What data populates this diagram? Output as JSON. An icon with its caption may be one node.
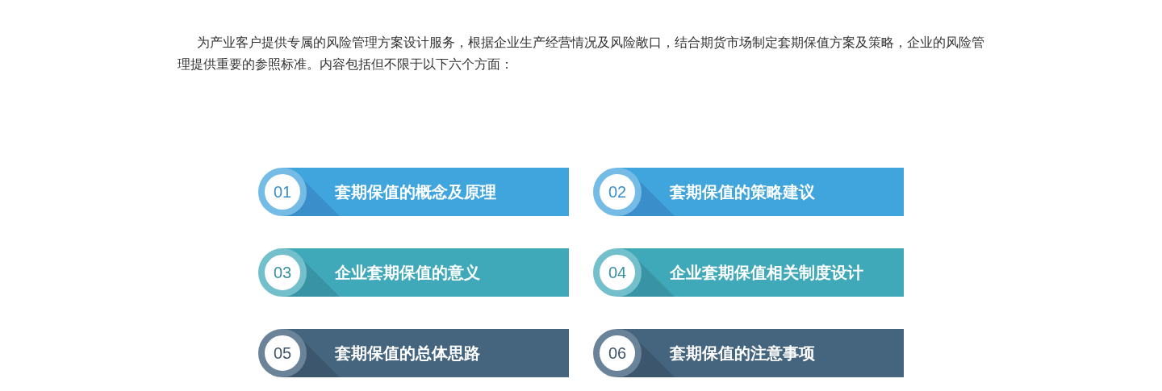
{
  "diagram": {
    "nodes": [
      {
        "text": [
          "套期保值的概念及原理"
        ]
      },
      {
        "text": [
          "01"
        ],
        "in": 0
      },
      {
        "text": [
          "套期保值的策略建议"
        ]
      },
      {
        "text": [
          "02"
        ],
        "in": 2
      },
      {
        "text": [
          "企业套期保值的意义"
        ]
      },
      {
        "text": [
          "03"
        ],
        "in": 4
      },
      {
        "text": [
          "企业套期保值相关制度设计"
        ]
      },
      {
        "text": [
          "04"
        ],
        "in": 6
      },
      {
        "text": [
          "套期保值的总体思路"
        ]
      },
      {
        "text": [
          "05"
        ],
        "in": 8
      },
      {
        "text": [
          "套期保值的注意事项"
        ]
      },
      {
        "text": [
          "06"
        ],
        "in": 10
      }
    ],
    "labels": [
      "为产业客户提供专属的风险管理方案设计服务，根据企业生产经营情况及风险敞口，结合期货市场制定套期保值方案及策略，企业的风险管理提供重要的参照标准。内容包括但不限于以下六个方面："
    ]
  }
}
